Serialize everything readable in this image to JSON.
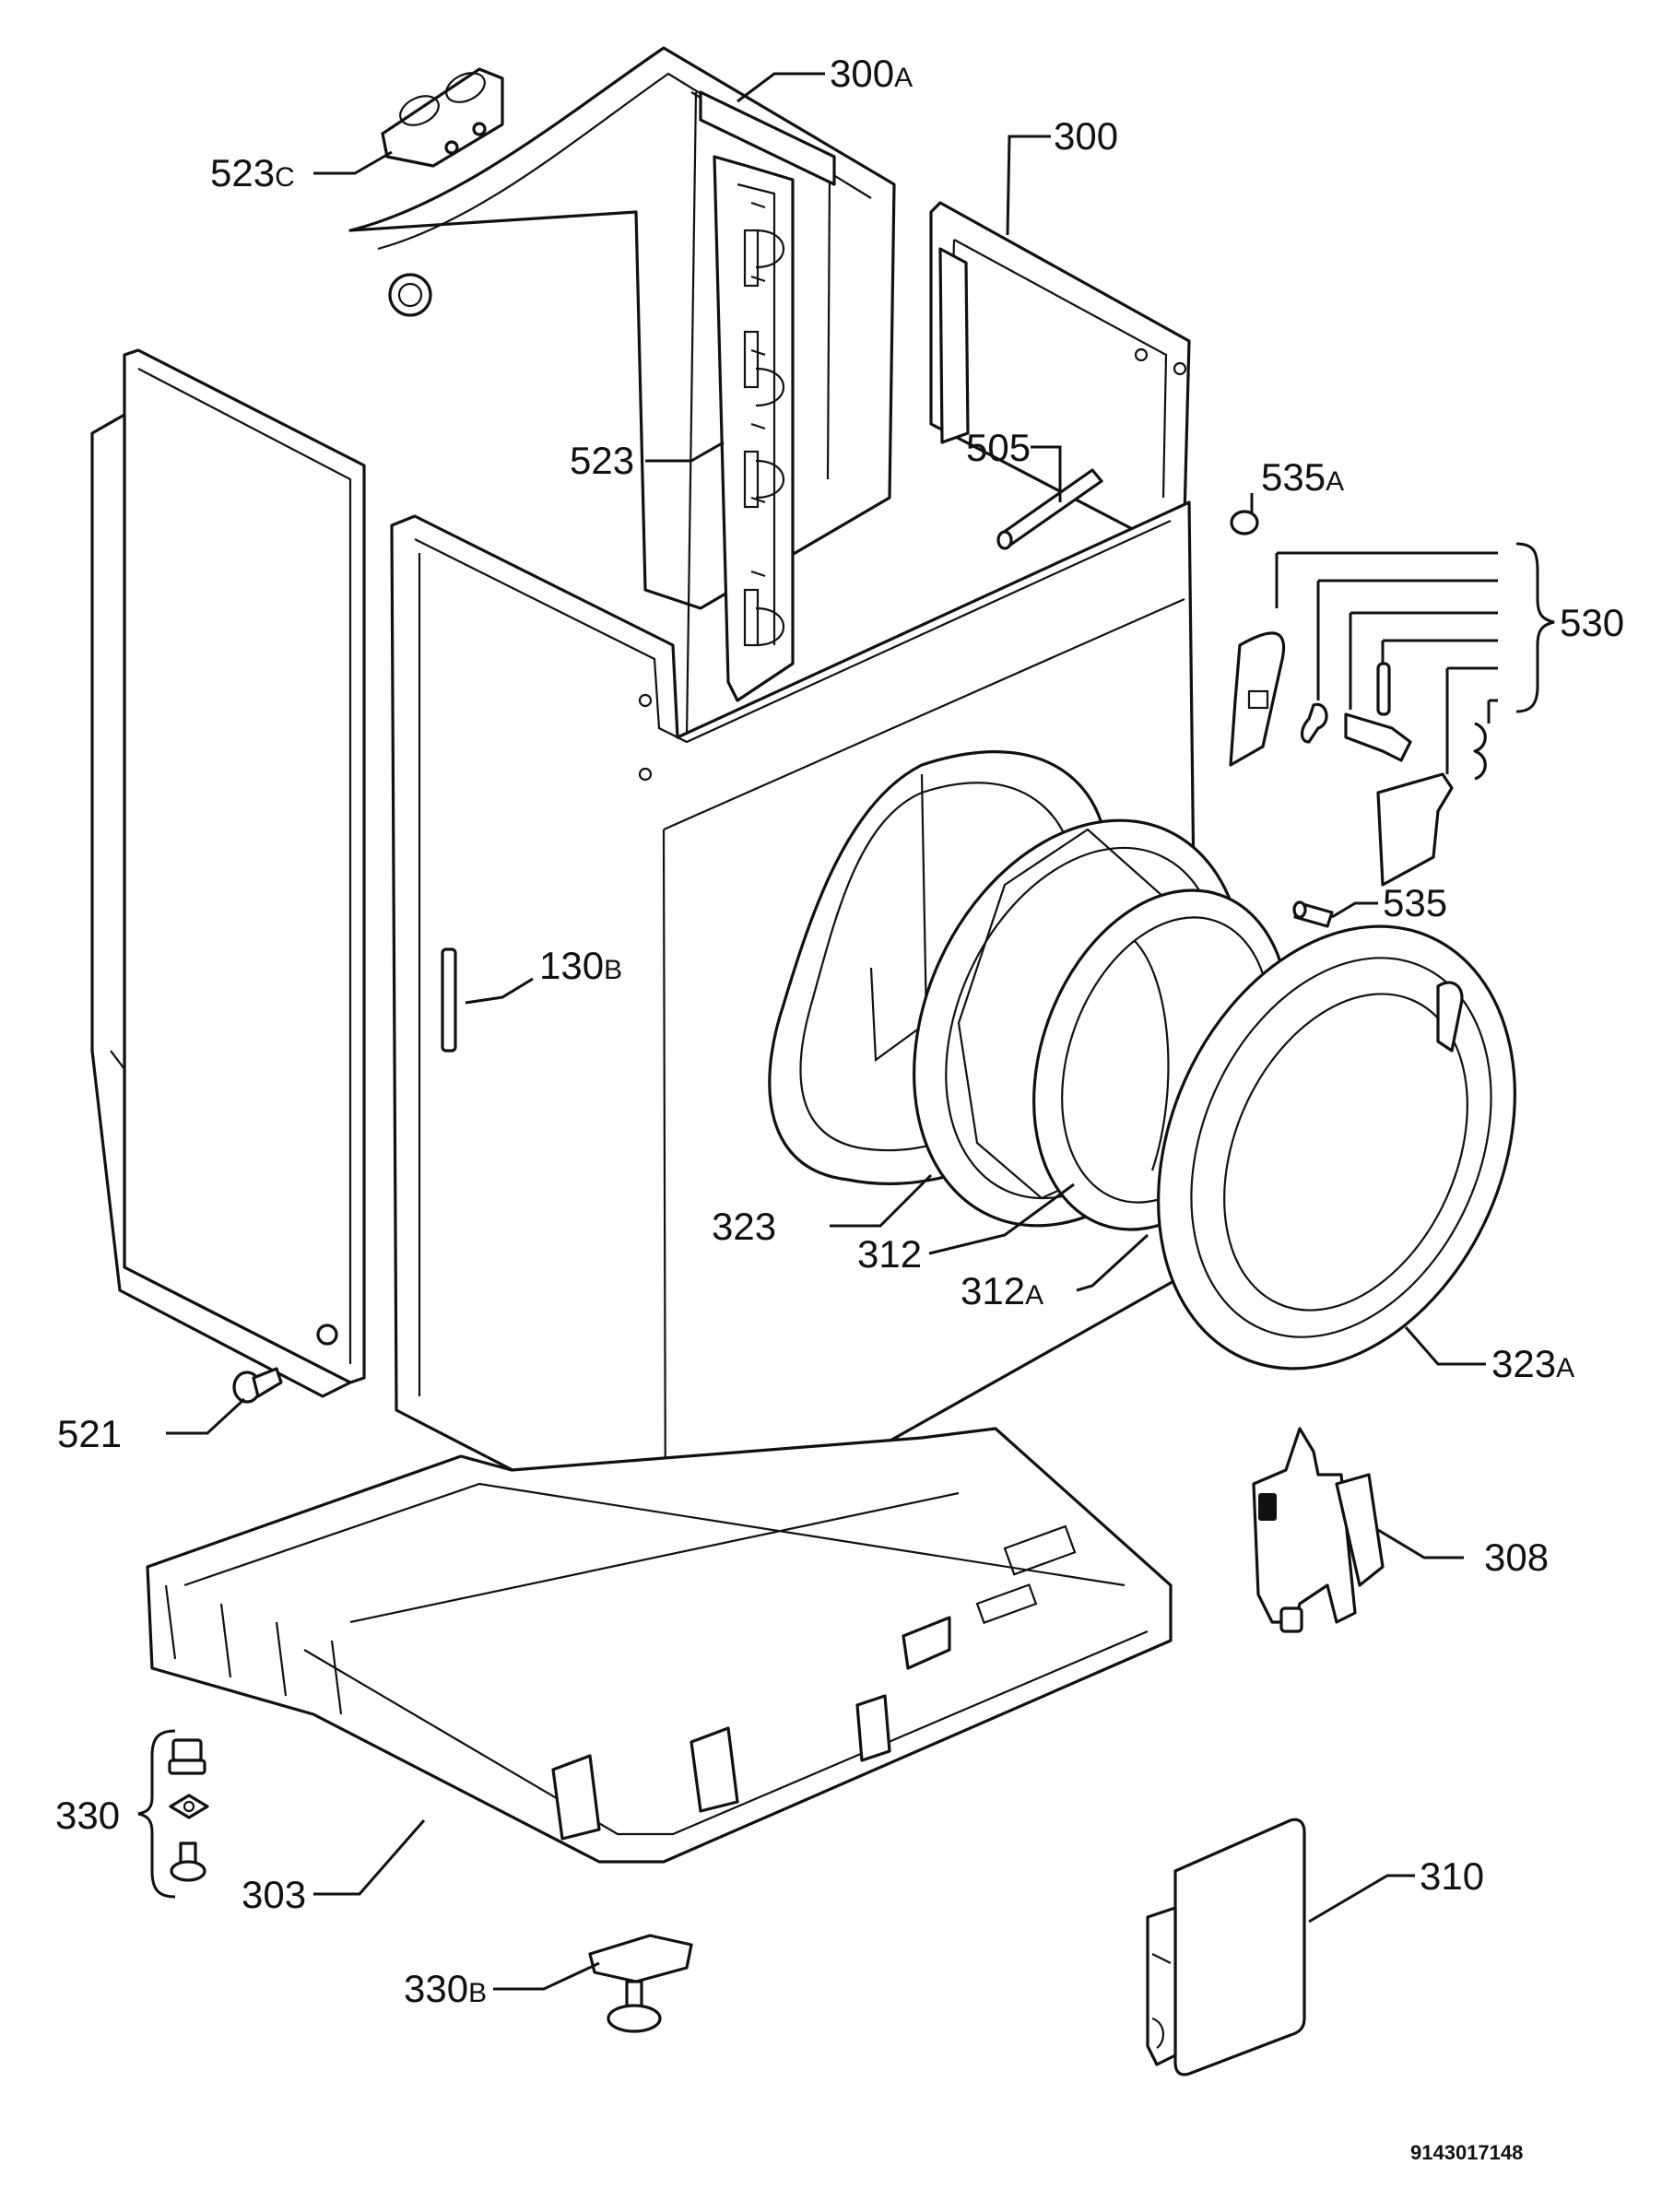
{
  "colors": {
    "ink": "#111111",
    "paper": "#ffffff"
  },
  "labels": {
    "l300a": {
      "num": "300",
      "suffix": "A"
    },
    "l300": {
      "num": "300",
      "suffix": ""
    },
    "l523c": {
      "num": "523",
      "suffix": "C"
    },
    "l523": {
      "num": "523",
      "suffix": ""
    },
    "l505": {
      "num": "505",
      "suffix": ""
    },
    "l535a": {
      "num": "535",
      "suffix": "A"
    },
    "l530": {
      "num": "530",
      "suffix": ""
    },
    "l535": {
      "num": "535",
      "suffix": ""
    },
    "l130b": {
      "num": "130",
      "suffix": "B"
    },
    "l323": {
      "num": "323",
      "suffix": ""
    },
    "l312": {
      "num": "312",
      "suffix": ""
    },
    "l312a": {
      "num": "312",
      "suffix": "A"
    },
    "l323a": {
      "num": "323",
      "suffix": "A"
    },
    "l521": {
      "num": "521",
      "suffix": ""
    },
    "l308": {
      "num": "308",
      "suffix": ""
    },
    "l330": {
      "num": "330",
      "suffix": ""
    },
    "l303": {
      "num": "303",
      "suffix": ""
    },
    "l330b": {
      "num": "330",
      "suffix": "B"
    },
    "l310": {
      "num": "310",
      "suffix": ""
    }
  },
  "drawing_code": "9143017148"
}
